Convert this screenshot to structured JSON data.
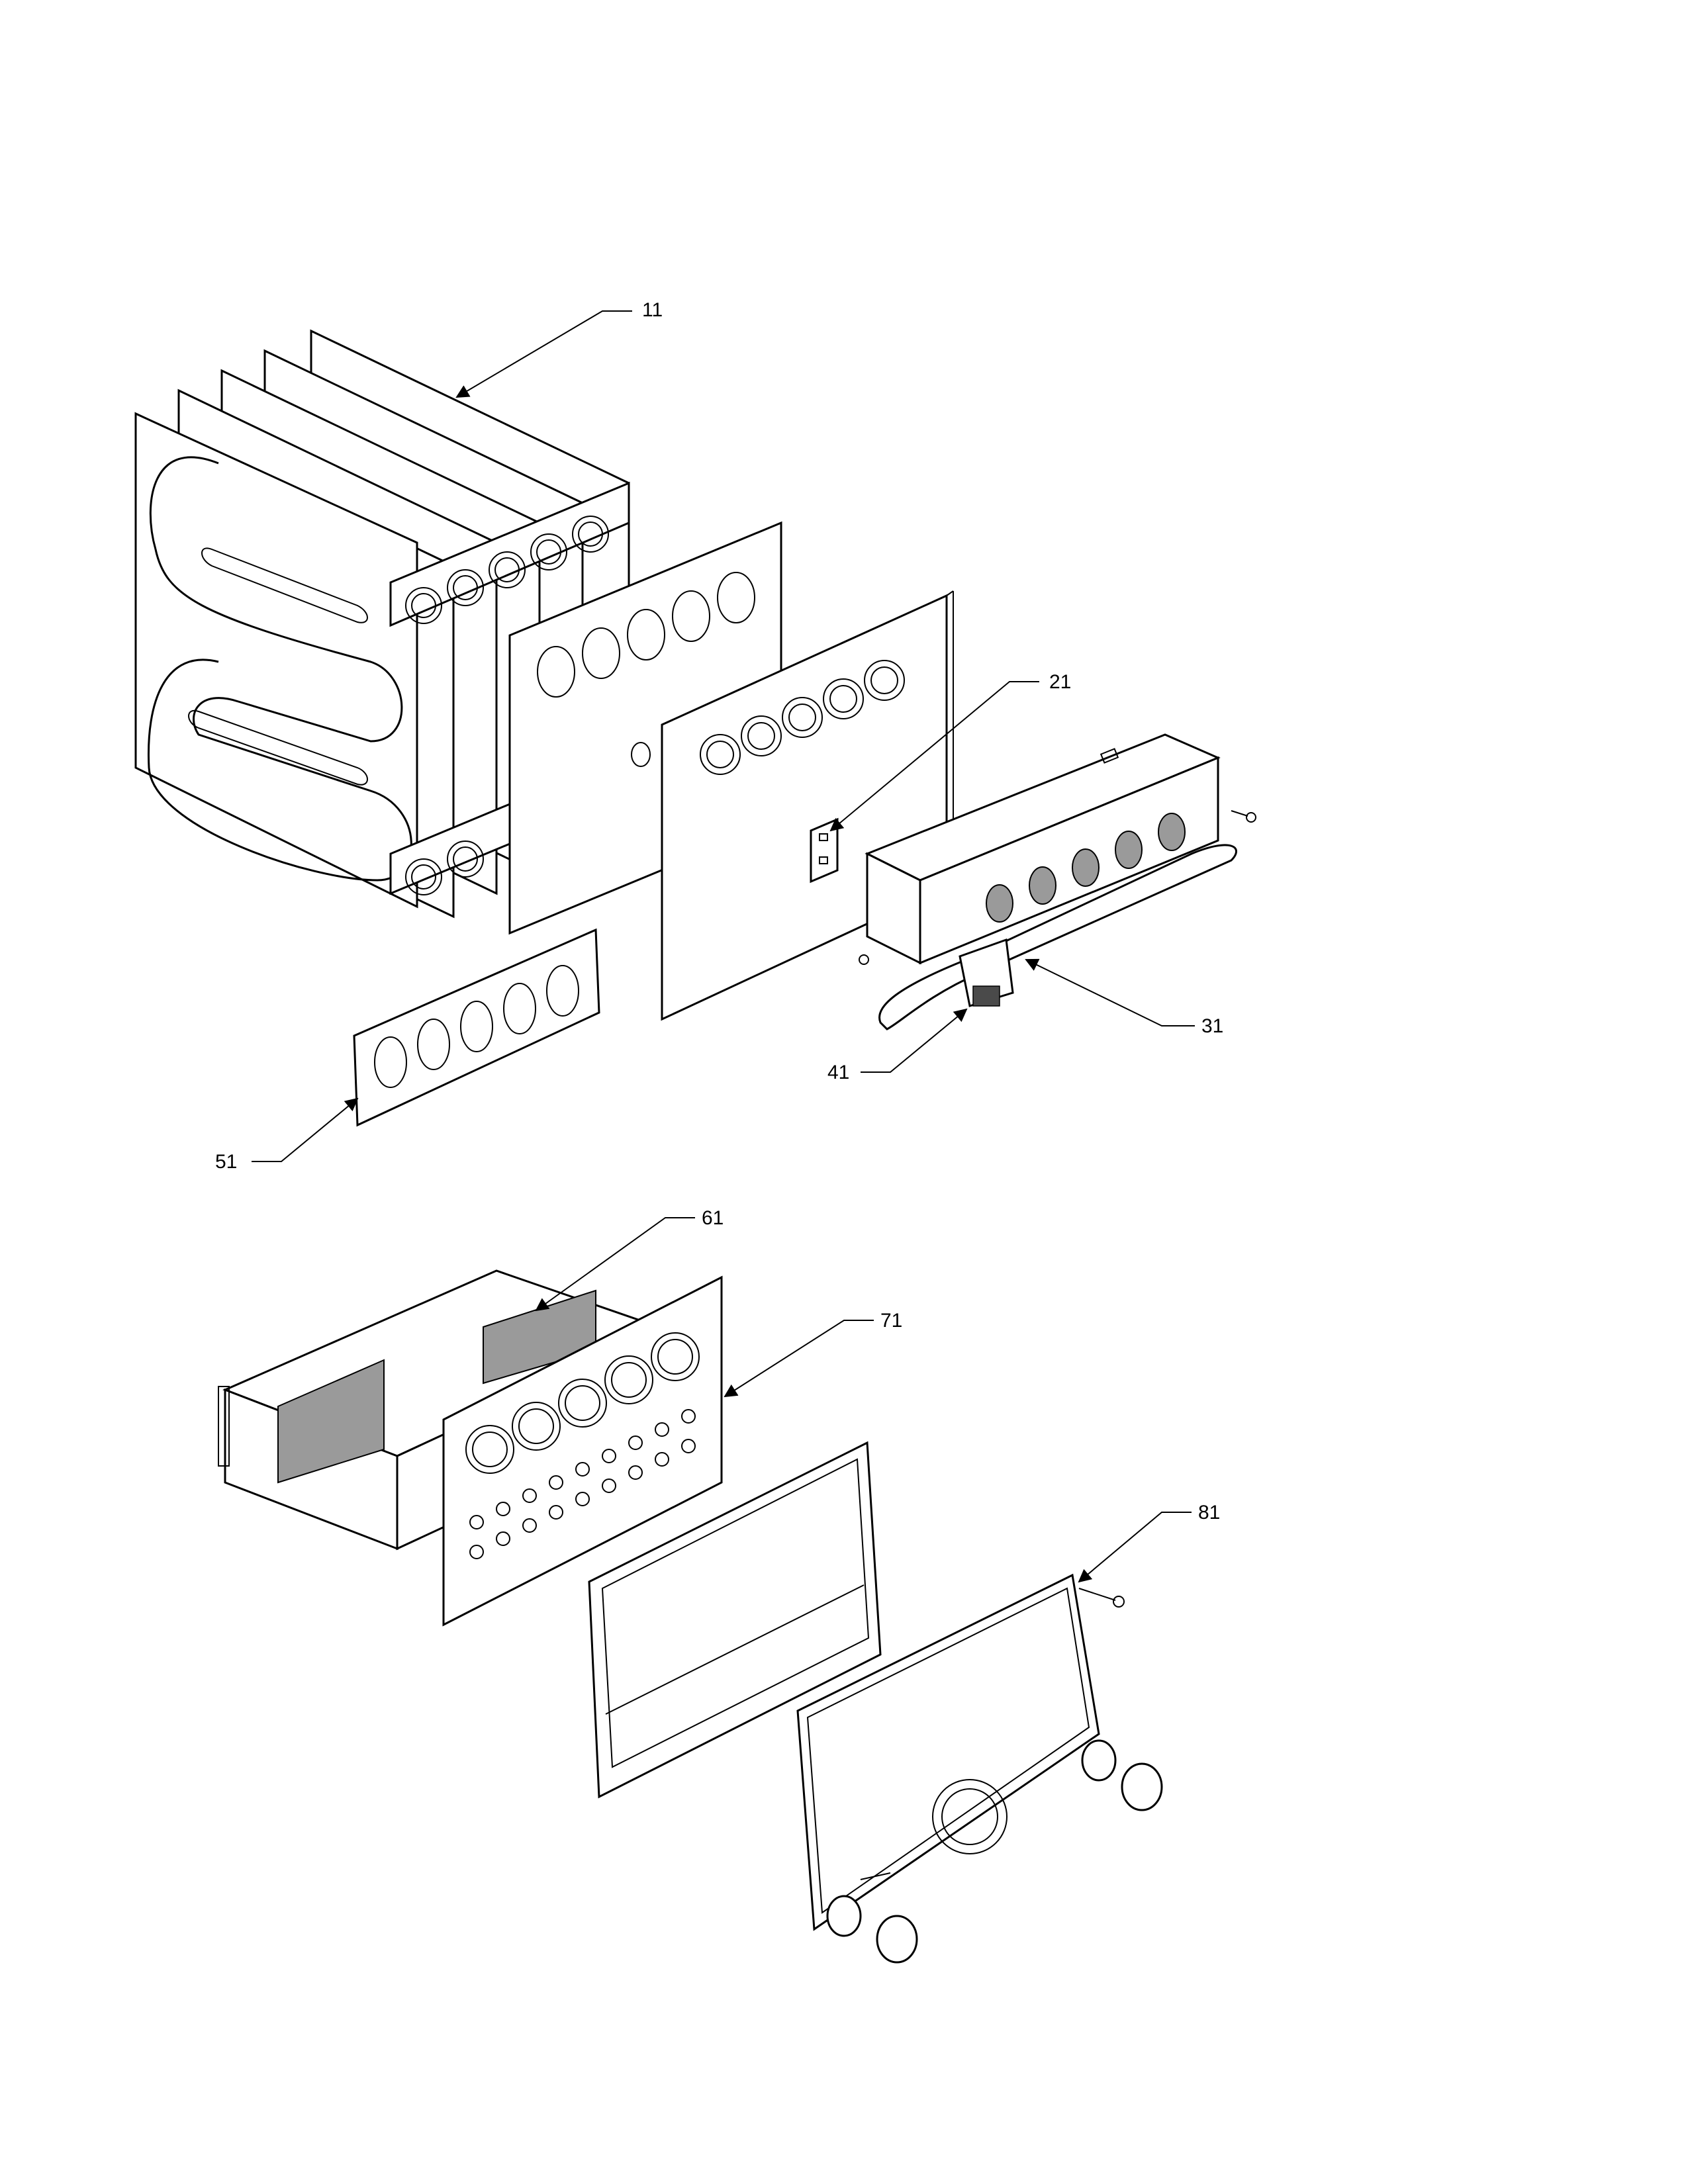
{
  "callouts": {
    "c11": "11",
    "c21": "21",
    "c31": "31",
    "c41": "41",
    "c51": "51",
    "c61": "61",
    "c71": "71",
    "c81": "81"
  }
}
